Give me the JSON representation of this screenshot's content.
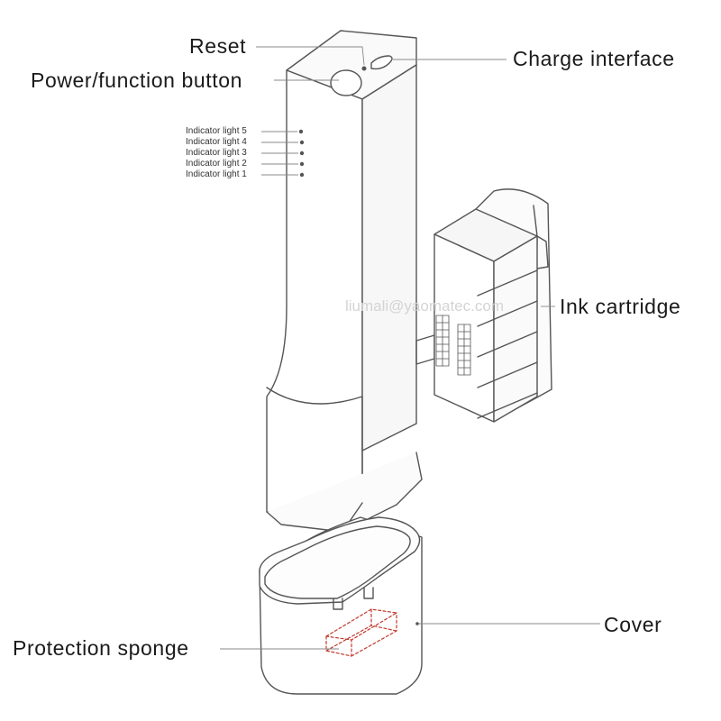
{
  "labels": {
    "reset": "Reset",
    "power_button": "Power/function button",
    "charge_interface": "Charge interface",
    "ink_cartridge": "Ink cartridge",
    "cover": "Cover",
    "protection_sponge": "Protection sponge"
  },
  "indicators": [
    "Indicator light 5",
    "Indicator light 4",
    "Indicator light 3",
    "Indicator light 2",
    "Indicator light 1"
  ],
  "watermark": "liumali@yaomatec.com",
  "colors": {
    "line": "#555555",
    "leader": "#888888",
    "sponge": "#c0392b",
    "text": "#1a1a1a"
  }
}
